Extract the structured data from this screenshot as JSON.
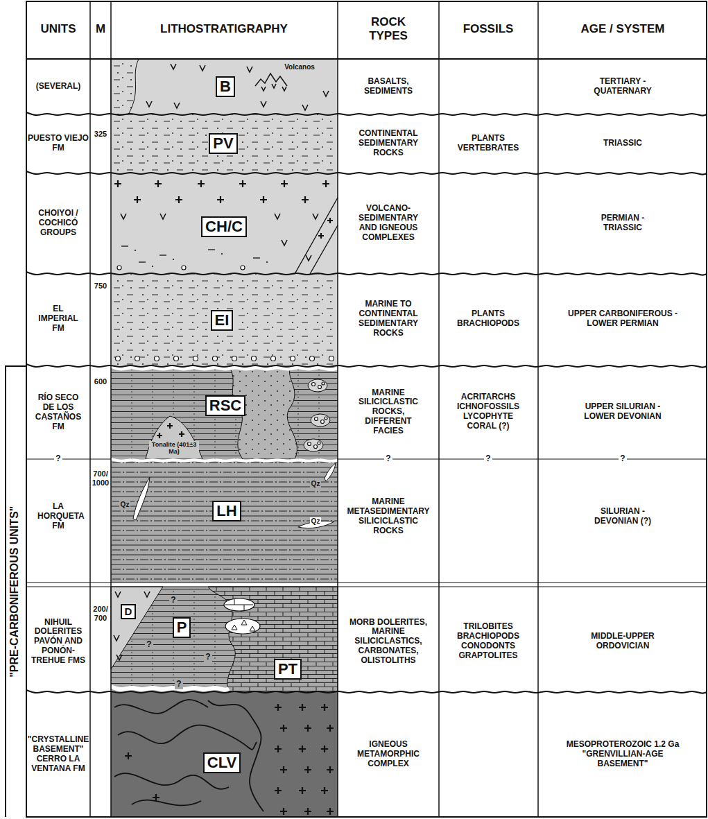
{
  "diagram": {
    "nodes": [
      {
        "text": [
          "B"
        ]
      },
      {
        "text": [
          "PV"
        ]
      },
      {
        "text": [
          "CH/C"
        ]
      },
      {
        "text": [
          "EI"
        ]
      },
      {
        "text": [
          "RSC"
        ]
      },
      {
        "text": [
          "LH"
        ]
      },
      {
        "text": [
          "D"
        ]
      },
      {
        "text": [
          "P"
        ]
      },
      {
        "text": [
          "PT"
        ]
      },
      {
        "text": [
          "CLV"
        ]
      }
    ],
    "labels": [
      "UNITS",
      "M",
      "LITHOSTRATIGRAPHY",
      "ROCK TYPES",
      "FOSSILS",
      "AGE / SYSTEM",
      "(SEVERAL)",
      "Volcanos",
      "BASALTS, SEDIMENTS",
      "TERTIARY - QUATERNARY",
      "PUESTO VIEJO FM",
      "325",
      "CONTINENTAL SEDIMENTARY ROCKS",
      "PLANTS VERTEBRATES",
      "TRIASSIC",
      "CHOIYOI / COCHICÓ GROUPS",
      "VOLCANO-SEDIMENTARY AND IGNEOUS COMPLEXES",
      "PERMIAN - TRIASSIC",
      "EL IMPERIAL FM",
      "750",
      "MARINE TO CONTINENTAL SEDIMENTARY ROCKS",
      "PLANTS BRACHIOPODS",
      "UPPER CARBONIFEROUS - LOWER PERMIAN",
      "\"PRE-CARBONIFEROUS UNITS\"",
      "RÍO SECO DE LOS CASTAÑOS FM",
      "600",
      "Tonalite (401±3 Ma)",
      "MARINE SILICICLASTIC ROCKS, DIFFERENT FACIES",
      "ACRITARCHS ICHNOFOSSILS LYCOPHYTE CORAL (?)",
      "UPPER SILURIAN - LOWER DEVONIAN",
      "?",
      "?",
      "?",
      "?",
      "LA HORQUETA FM",
      "700/ 1000",
      "Qz",
      "Qz",
      "Qz",
      "MARINE METASEDIMENTARY SILICICLASTIC ROCKS",
      "SILURIAN - DEVONIAN (?)",
      "NIHUIL DOLERITES PAVÓN AND PONÓN-TREHUE FMS",
      "200/ 700",
      "?",
      "?",
      "?",
      "?",
      "MORB DOLERITES, MARINE SILICICLASTICS, CARBONATES, OLISTOLITHS",
      "TRILOBITES BRACHIOPODS CONODONTS GRAPTOLITES",
      "MIDDLE-UPPER ORDOVICIAN",
      "\"CRYSTALLINE BASEMENT\" CERRO LA VENTANA FM",
      "IGNEOUS METAMORPHIC COMPLEX",
      "MESOPROTEROZOIC 1.2 Ga \"GRENVILLIAN-AGE BASEMENT\""
    ]
  }
}
